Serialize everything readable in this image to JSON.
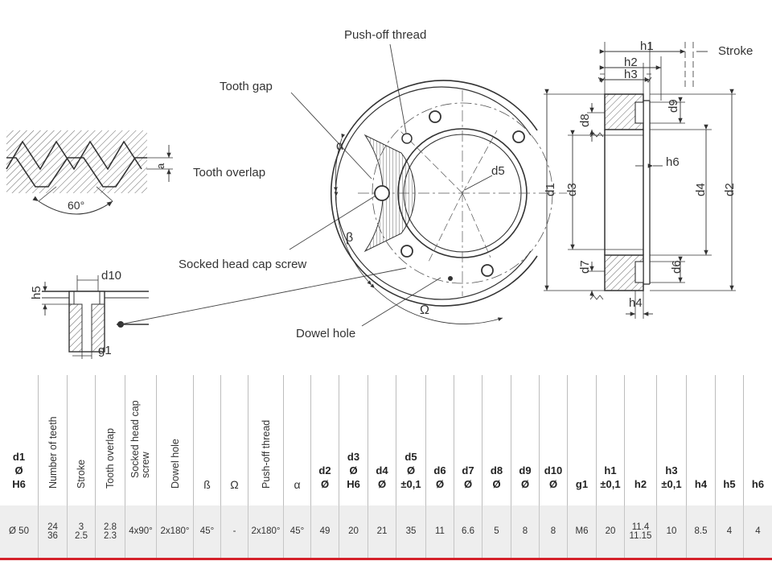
{
  "diagram": {
    "labels": {
      "push_off_thread": "Push-off thread",
      "tooth_gap": "Tooth gap",
      "tooth_overlap": "Tooth overlap",
      "socked_head_cap_screw": "Socked head cap screw",
      "dowel_hole": "Dowel hole",
      "stroke": "Stroke",
      "angle_60": "60°",
      "alpha": "α",
      "beta": "β",
      "omega": "Ω",
      "a": "a"
    },
    "dims": {
      "d1": "d1",
      "d2": "d2",
      "d3": "d3",
      "d4": "d4",
      "d5": "d5",
      "d6": "d6",
      "d7": "d7",
      "d8": "d8",
      "d9": "d9",
      "d10": "d10",
      "h1": "h1",
      "h2": "h2",
      "h3": "h3",
      "h4": "h4",
      "h5": "h5",
      "h6": "h6",
      "g1": "g1"
    }
  },
  "table": {
    "headers": [
      {
        "type": "bold",
        "text": "d1\nØ\nH6"
      },
      {
        "type": "rot",
        "text": "Number of teeth"
      },
      {
        "type": "rot",
        "text": "Stroke"
      },
      {
        "type": "rot",
        "text": "Tooth overlap"
      },
      {
        "type": "rot2",
        "text": "Socked head cap",
        "text2": "screw"
      },
      {
        "type": "rot",
        "text": "Dowel hole"
      },
      {
        "type": "sym",
        "text": "ß"
      },
      {
        "type": "sym",
        "text": "Ω"
      },
      {
        "type": "rot",
        "text": "Push-off thread"
      },
      {
        "type": "sym",
        "text": "α"
      },
      {
        "type": "bold",
        "text": "d2\nØ"
      },
      {
        "type": "bold",
        "text": "d3\nØ\nH6"
      },
      {
        "type": "bold",
        "text": "d4\nØ"
      },
      {
        "type": "bold",
        "text": "d5\nØ\n±0,1"
      },
      {
        "type": "bold",
        "text": "d6\nØ"
      },
      {
        "type": "bold",
        "text": "d7\nØ"
      },
      {
        "type": "bold",
        "text": "d8\nØ"
      },
      {
        "type": "bold",
        "text": "d9\nØ"
      },
      {
        "type": "bold",
        "text": "d10\nØ"
      },
      {
        "type": "bold",
        "text": "g1"
      },
      {
        "type": "bold",
        "text": "h1\n±0,1"
      },
      {
        "type": "bold",
        "text": "h2"
      },
      {
        "type": "bold",
        "text": "h3\n±0,1"
      },
      {
        "type": "bold",
        "text": "h4"
      },
      {
        "type": "bold",
        "text": "h5"
      },
      {
        "type": "bold",
        "text": "h6"
      }
    ],
    "values": [
      "Ø 50",
      "24\n36",
      "3\n2.5",
      "2.8\n2.3",
      "4x90°",
      "2x180°",
      "45°",
      "-",
      "2x180°",
      "45°",
      "49",
      "20",
      "21",
      "35",
      "11",
      "6.6",
      "5",
      "8",
      "8",
      "M6",
      "20",
      "11.4\n11.15",
      "10",
      "8.5",
      "4",
      "4"
    ]
  }
}
